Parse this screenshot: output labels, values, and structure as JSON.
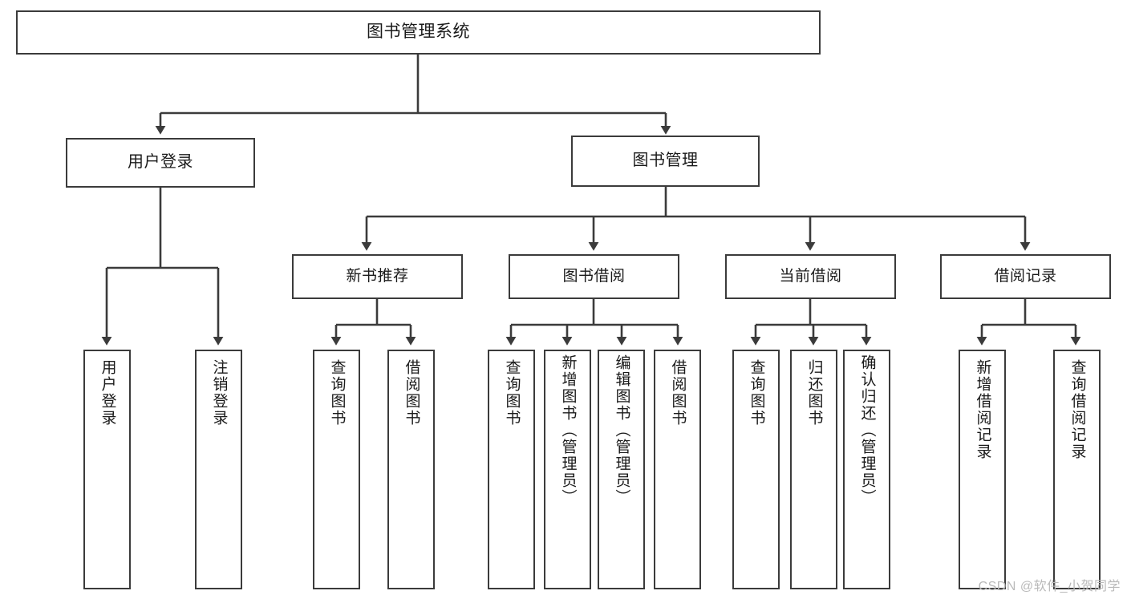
{
  "diagram": {
    "type": "tree-hierarchy",
    "title": "图书管理系统",
    "watermark": "CSDN @软件_小贺同学",
    "colors": {
      "stroke": "#3b3b3b",
      "fill": "#ffffff",
      "text": "#1a1a1a",
      "watermark": "#b9b9b9"
    },
    "nodes": {
      "root": "图书管理系统",
      "level1": [
        "用户登录",
        "图书管理"
      ],
      "level2": [
        "新书推荐",
        "图书借阅",
        "当前借阅",
        "借阅记录"
      ],
      "leaves": {
        "user_login": [
          "用户登录",
          "注销登录"
        ],
        "new_book": [
          "查询图书",
          "借阅图书"
        ],
        "borrow_book": [
          "查询图书",
          "新增图书（管理员）",
          "编辑图书（管理员）",
          "借阅图书"
        ],
        "current_borrow": [
          "查询图书",
          "归还图书",
          "确认归还（管理员）"
        ],
        "borrow_record": [
          "新增借阅记录",
          "查询借阅记录"
        ]
      }
    }
  }
}
